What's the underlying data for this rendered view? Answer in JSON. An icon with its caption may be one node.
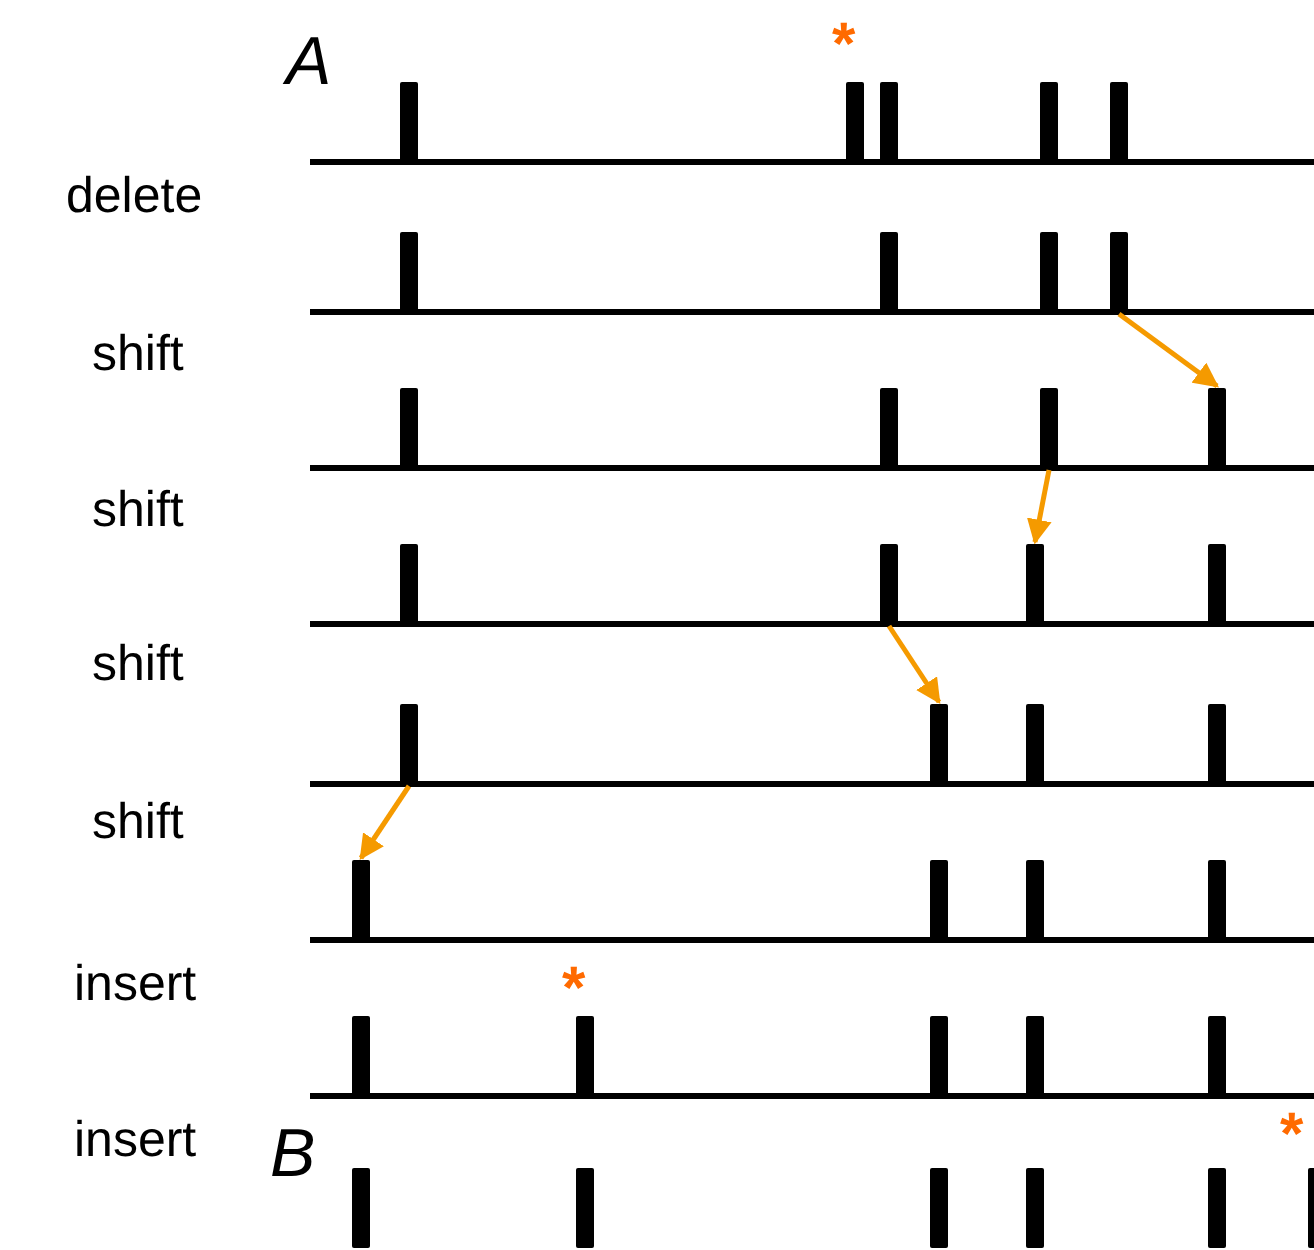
{
  "diagram": {
    "nodes": [
      {
        "text": [],
        "shape": "bar"
      },
      {
        "text": [],
        "shape": "bar"
      },
      {
        "text": [],
        "shape": "bar"
      },
      {
        "text": [],
        "shape": "bar"
      },
      {
        "text": [],
        "shape": "bar"
      },
      {
        "text": [],
        "shape": "bar"
      },
      {
        "text": [],
        "shape": "bar"
      },
      {
        "text": [],
        "shape": "bar"
      }
    ],
    "edges": [
      {
        "from": 0,
        "to": 1,
        "arrow": "to"
      },
      {
        "from": 2,
        "to": 3,
        "arrow": "to"
      },
      {
        "from": 4,
        "to": 5,
        "arrow": "to"
      },
      {
        "from": 6,
        "to": 7,
        "arrow": "to"
      }
    ],
    "labels": [
      "A",
      "*",
      "delete",
      "shift",
      "shift",
      "shift",
      "shift",
      "insert",
      "*",
      "insert",
      "B",
      "*"
    ]
  }
}
